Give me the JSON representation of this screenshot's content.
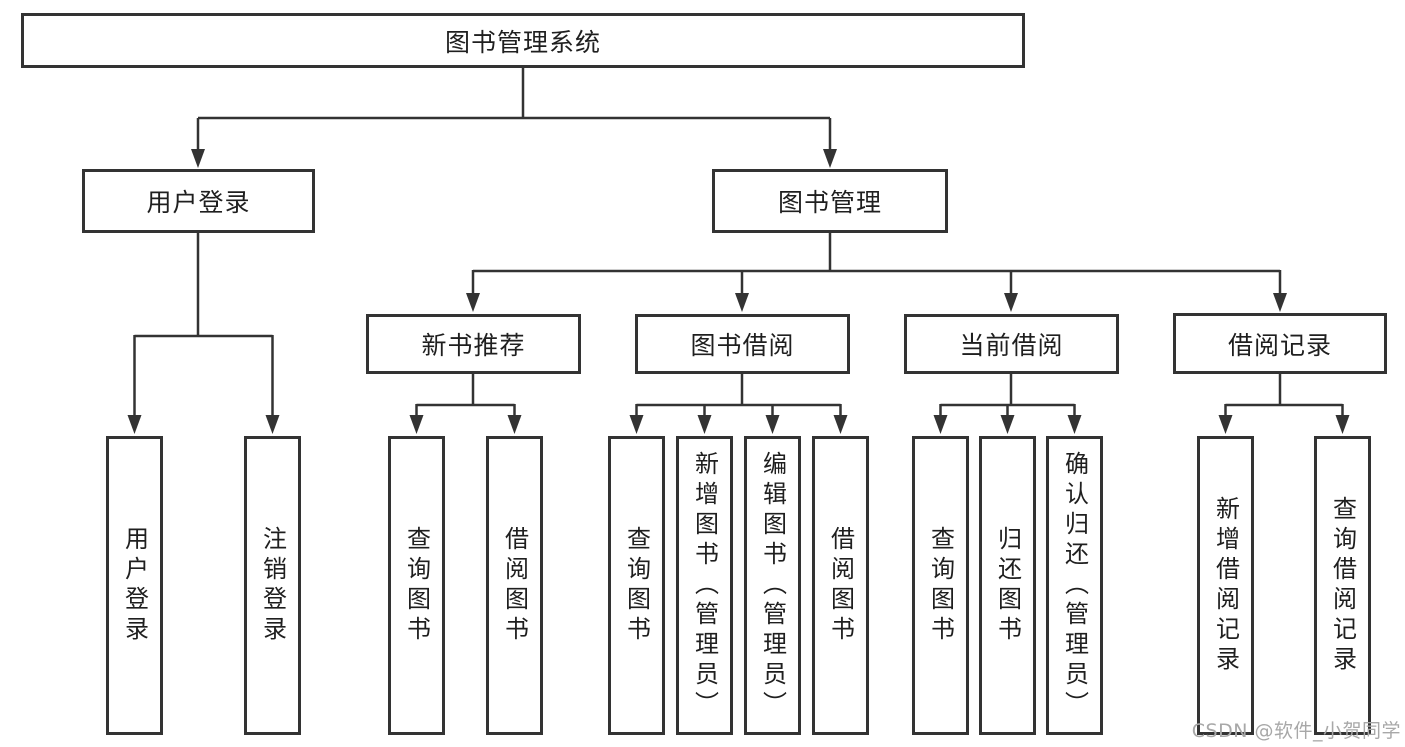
{
  "diagram": {
    "colors": {
      "line": "#333333",
      "border": "#333333",
      "text": "#1f1f1f",
      "watermark": "#a8a8a8",
      "background": "#ffffff"
    },
    "watermark": "CSDN @软件_小贺同学",
    "nodes": {
      "root": {
        "label": "图书管理系统"
      },
      "login": {
        "label": "用户登录"
      },
      "bookmgmt": {
        "label": "图书管理"
      },
      "newbook": {
        "label": "新书推荐"
      },
      "borrow": {
        "label": "图书借阅"
      },
      "current": {
        "label": "当前借阅"
      },
      "records": {
        "label": "借阅记录"
      },
      "leaf_user_login": {
        "label": "用户登录"
      },
      "leaf_logout": {
        "label": "注销登录"
      },
      "leaf_nb_query": {
        "label": "查询图书"
      },
      "leaf_nb_borrow": {
        "label": "借阅图书"
      },
      "leaf_bw_query": {
        "label": "查询图书"
      },
      "leaf_bw_add": {
        "label": "新增图书（管理员）"
      },
      "leaf_bw_edit": {
        "label": "编辑图书（管理员）"
      },
      "leaf_bw_borrow": {
        "label": "借阅图书"
      },
      "leaf_cur_query": {
        "label": "查询图书"
      },
      "leaf_cur_return": {
        "label": "归还图书"
      },
      "leaf_cur_confirm": {
        "label": "确认归还（管理员）"
      },
      "leaf_rec_add": {
        "label": "新增借阅记录"
      },
      "leaf_rec_query": {
        "label": "查询借阅记录"
      }
    },
    "edges": [
      [
        "root",
        "login"
      ],
      [
        "root",
        "bookmgmt"
      ],
      [
        "login",
        "leaf_user_login"
      ],
      [
        "login",
        "leaf_logout"
      ],
      [
        "bookmgmt",
        "newbook"
      ],
      [
        "bookmgmt",
        "borrow"
      ],
      [
        "bookmgmt",
        "current"
      ],
      [
        "bookmgmt",
        "records"
      ],
      [
        "newbook",
        "leaf_nb_query"
      ],
      [
        "newbook",
        "leaf_nb_borrow"
      ],
      [
        "borrow",
        "leaf_bw_query"
      ],
      [
        "borrow",
        "leaf_bw_add"
      ],
      [
        "borrow",
        "leaf_bw_edit"
      ],
      [
        "borrow",
        "leaf_bw_borrow"
      ],
      [
        "current",
        "leaf_cur_query"
      ],
      [
        "current",
        "leaf_cur_return"
      ],
      [
        "current",
        "leaf_cur_confirm"
      ],
      [
        "records",
        "leaf_rec_add"
      ],
      [
        "records",
        "leaf_rec_query"
      ]
    ]
  }
}
